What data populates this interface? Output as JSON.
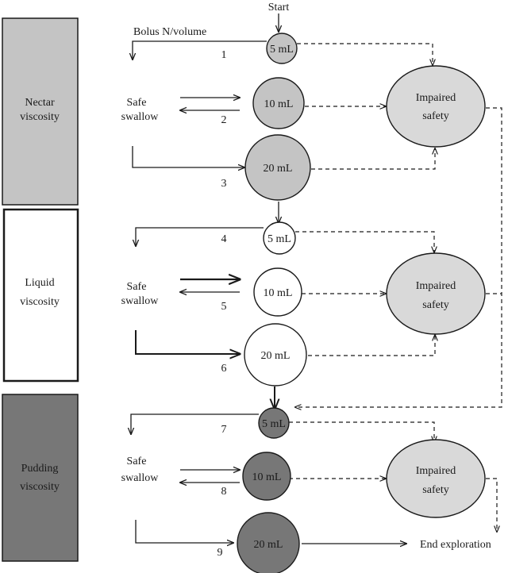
{
  "start_label": "Start",
  "header_label": "Bolus N/volume",
  "colors": {
    "nectar": "#c4c4c4",
    "liquid": "#ffffff",
    "pudding": "#777777",
    "impaired": "#d9d9d9",
    "stroke": "#1a1a1a"
  },
  "panels": [
    {
      "label_line1": "Nectar",
      "label_line2": "viscosity",
      "safe_line1": "Safe",
      "safe_line2": "swallow",
      "impaired_line1": "Impaired",
      "impaired_line2": "safety",
      "volumes": [
        "5 mL",
        "10 mL",
        "20 mL"
      ],
      "steps": [
        "1",
        "2",
        "3"
      ]
    },
    {
      "label_line1": "Liquid",
      "label_line2": "viscosity",
      "safe_line1": "Safe",
      "safe_line2": "swallow",
      "impaired_line1": "Impaired",
      "impaired_line2": "safety",
      "volumes": [
        "5 mL",
        "10 mL",
        "20 mL"
      ],
      "steps": [
        "4",
        "5",
        "6"
      ]
    },
    {
      "label_line1": "Pudding",
      "label_line2": "viscosity",
      "safe_line1": "Safe",
      "safe_line2": "swallow",
      "impaired_line1": "Impaired",
      "impaired_line2": "safety",
      "volumes": [
        "5 mL",
        "10 mL",
        "20 mL"
      ],
      "steps": [
        "7",
        "8",
        "9"
      ]
    }
  ],
  "end_label": "End exploration"
}
